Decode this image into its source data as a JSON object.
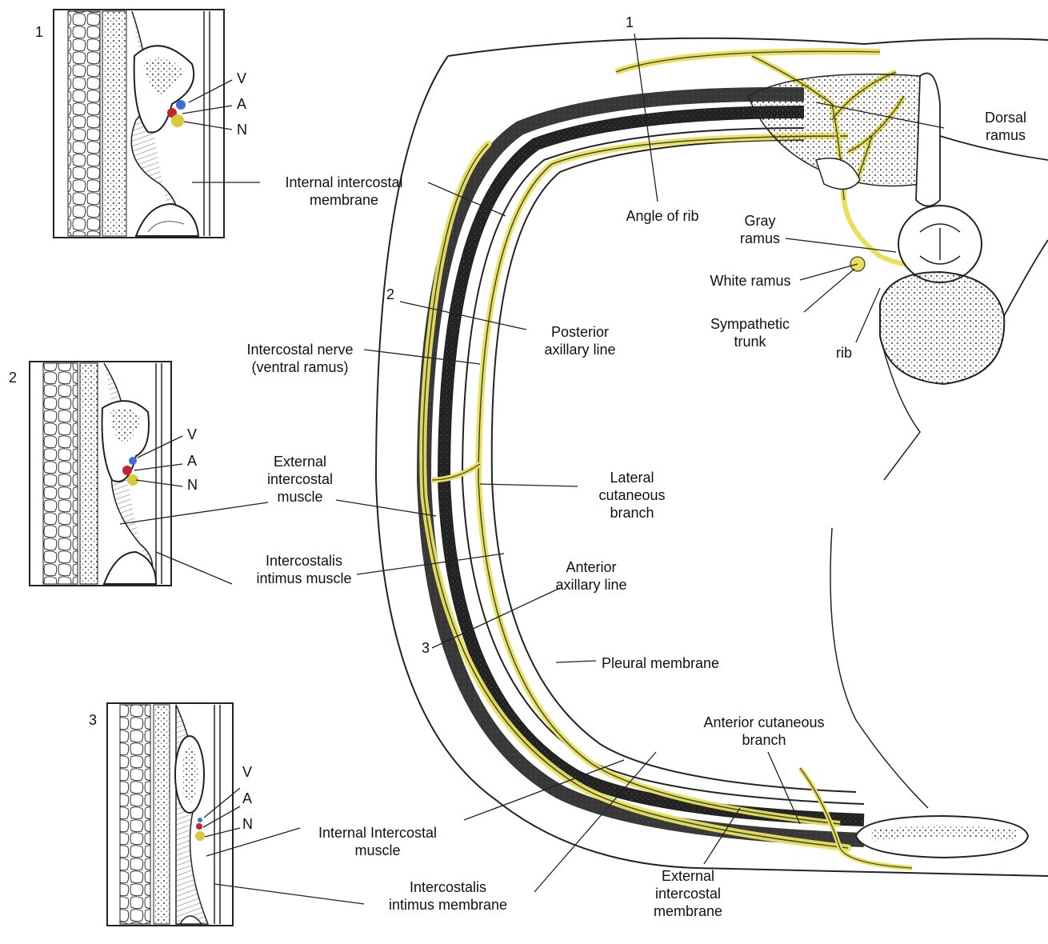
{
  "inset_numbers": [
    "1",
    "2",
    "3"
  ],
  "inset_vessel_letters": {
    "vein": "V",
    "artery": "A",
    "nerve": "N"
  },
  "section_numbers": [
    "1",
    "2",
    "3"
  ],
  "labels": {
    "internal_intercostal_membrane": "Internal intercostal\nmembrane",
    "intercostal_nerve": "Intercostal nerve\n(ventral ramus)",
    "external_intercostal_muscle": "External\nintercostal\nmuscle",
    "intercostalis_intimus_muscle": "Intercostalis\nintimus muscle",
    "internal_intercostal_muscle": "Internal Intercostal\nmuscle",
    "intercostalis_intimus_membrane": "Intercostalis\nintimus membrane",
    "external_intercostal_membrane": "External\nintercostal\nmembrane",
    "angle_of_rib": "Angle of rib",
    "dorsal_ramus": "Dorsal\nramus",
    "gray_ramus": "Gray\nramus",
    "white_ramus": "White ramus",
    "sympathetic_trunk": "Sympathetic\ntrunk",
    "rib": "rib",
    "posterior_axillary_line": "Posterior\naxillary line",
    "lateral_cutaneous_branch": "Lateral\ncutaneous\nbranch",
    "anterior_axillary_line": "Anterior\naxillary line",
    "pleural_membrane": "Pleural membrane",
    "anterior_cutaneous_branch": "Anterior cutaneous\nbranch"
  },
  "colors": {
    "nerve_highlight": "#e8e05a",
    "vein": "#3b6fd6",
    "artery": "#c0262d",
    "nerve_dot": "#d8c93a",
    "ink": "#222222"
  }
}
